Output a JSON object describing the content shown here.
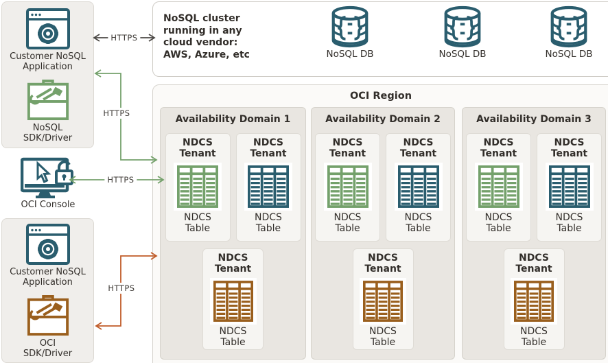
{
  "left_panel": {
    "top_app": {
      "app_label": "Customer NoSQL Application",
      "sdk_label": "NoSQL SDK/Driver"
    },
    "console": {
      "label": "OCI Console"
    },
    "bottom_app": {
      "app_label": "Customer NoSQL Application",
      "sdk_label": "OCI SDK/Driver"
    }
  },
  "cloud_box": {
    "description_lines": [
      "NoSQL cluster",
      "running in any",
      "cloud vendor:",
      "AWS, Azure, etc"
    ],
    "databases": [
      {
        "label": "NoSQL DB"
      },
      {
        "label": "NoSQL DB"
      },
      {
        "label": "NoSQL DB"
      }
    ]
  },
  "region": {
    "title": "OCI Region",
    "domains": [
      {
        "title": "Availability Domain 1",
        "tenants": [
          {
            "title": "NDCS Tenant",
            "table_label": "NDCS Table",
            "color": "#74a16b"
          },
          {
            "title": "NDCS Tenant",
            "table_label": "NDCS Table",
            "color": "#2a5d6e"
          },
          {
            "title": "NDCS Tenant",
            "table_label": "NDCS Table",
            "color": "#9a5f1d"
          }
        ]
      },
      {
        "title": "Availability Domain 2",
        "tenants": [
          {
            "title": "NDCS Tenant",
            "table_label": "NDCS Table",
            "color": "#74a16b"
          },
          {
            "title": "NDCS Tenant",
            "table_label": "NDCS Table",
            "color": "#2a5d6e"
          },
          {
            "title": "NDCS Tenant",
            "table_label": "NDCS Table",
            "color": "#9a5f1d"
          }
        ]
      },
      {
        "title": "Availability Domain 3",
        "tenants": [
          {
            "title": "NDCS Tenant",
            "table_label": "NDCS Table",
            "color": "#74a16b"
          },
          {
            "title": "NDCS Tenant",
            "table_label": "NDCS Table",
            "color": "#2a5d6e"
          },
          {
            "title": "NDCS Tenant",
            "table_label": "NDCS Table",
            "color": "#9a5f1d"
          }
        ]
      }
    ]
  },
  "connections": {
    "https_label": "HTTPS"
  },
  "colors": {
    "teal": "#2a5d6e",
    "green": "#74a16b",
    "brown": "#9a5f1d",
    "orange": "#c05b28",
    "arrow": "#4b4845",
    "text": "#322e2a",
    "panel_bg": "#f0eeeb",
    "region_bg": "#fbfaf8",
    "domain_bg": "#e9e6e1",
    "tenant_bg": "#f6f5f2"
  }
}
